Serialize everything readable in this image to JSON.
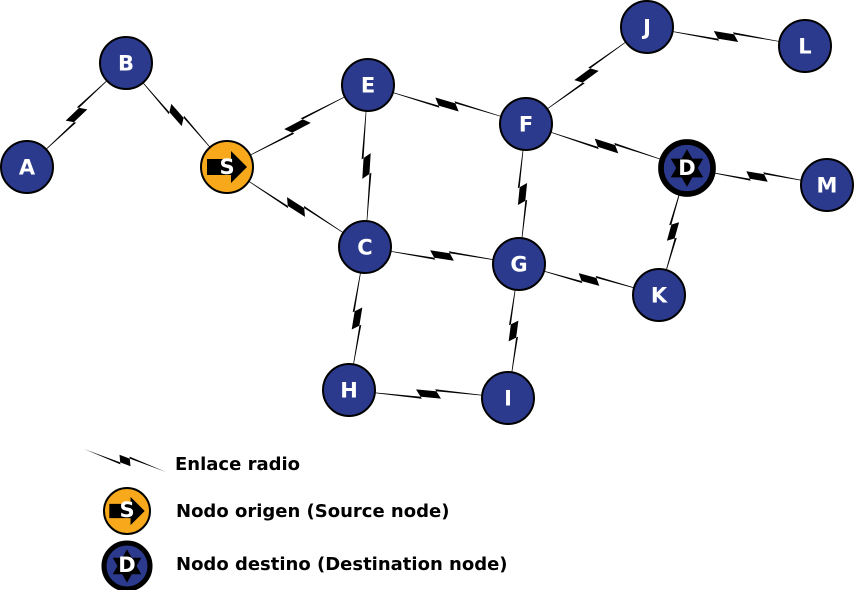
{
  "colors": {
    "node_fill": "#2b3a8c",
    "source_fill": "#f7a91b",
    "link": "#000000",
    "outline": "#000000",
    "label": "#ffffff"
  },
  "nodes": [
    {
      "id": "A",
      "label": "A",
      "kind": "normal"
    },
    {
      "id": "B",
      "label": "B",
      "kind": "normal"
    },
    {
      "id": "S",
      "label": "S",
      "kind": "source"
    },
    {
      "id": "E",
      "label": "E",
      "kind": "normal"
    },
    {
      "id": "C",
      "label": "C",
      "kind": "normal"
    },
    {
      "id": "F",
      "label": "F",
      "kind": "normal"
    },
    {
      "id": "J",
      "label": "J",
      "kind": "normal"
    },
    {
      "id": "L",
      "label": "L",
      "kind": "normal"
    },
    {
      "id": "D",
      "label": "D",
      "kind": "destination"
    },
    {
      "id": "M",
      "label": "M",
      "kind": "normal"
    },
    {
      "id": "G",
      "label": "G",
      "kind": "normal"
    },
    {
      "id": "K",
      "label": "K",
      "kind": "normal"
    },
    {
      "id": "H",
      "label": "H",
      "kind": "normal"
    },
    {
      "id": "I",
      "label": "I",
      "kind": "normal"
    }
  ],
  "links": [
    [
      "A",
      "B"
    ],
    [
      "B",
      "S"
    ],
    [
      "S",
      "E"
    ],
    [
      "S",
      "C"
    ],
    [
      "E",
      "C"
    ],
    [
      "E",
      "F"
    ],
    [
      "F",
      "J"
    ],
    [
      "J",
      "L"
    ],
    [
      "F",
      "D"
    ],
    [
      "D",
      "M"
    ],
    [
      "F",
      "G"
    ],
    [
      "C",
      "G"
    ],
    [
      "G",
      "K"
    ],
    [
      "K",
      "D"
    ],
    [
      "C",
      "H"
    ],
    [
      "H",
      "I"
    ],
    [
      "G",
      "I"
    ]
  ],
  "legend": {
    "radio_link": "Enlace radio",
    "source_node": "Nodo origen (Source node)",
    "destination_node": "Nodo destino (Destination node)",
    "source_symbol": "S",
    "destination_symbol": "D"
  }
}
